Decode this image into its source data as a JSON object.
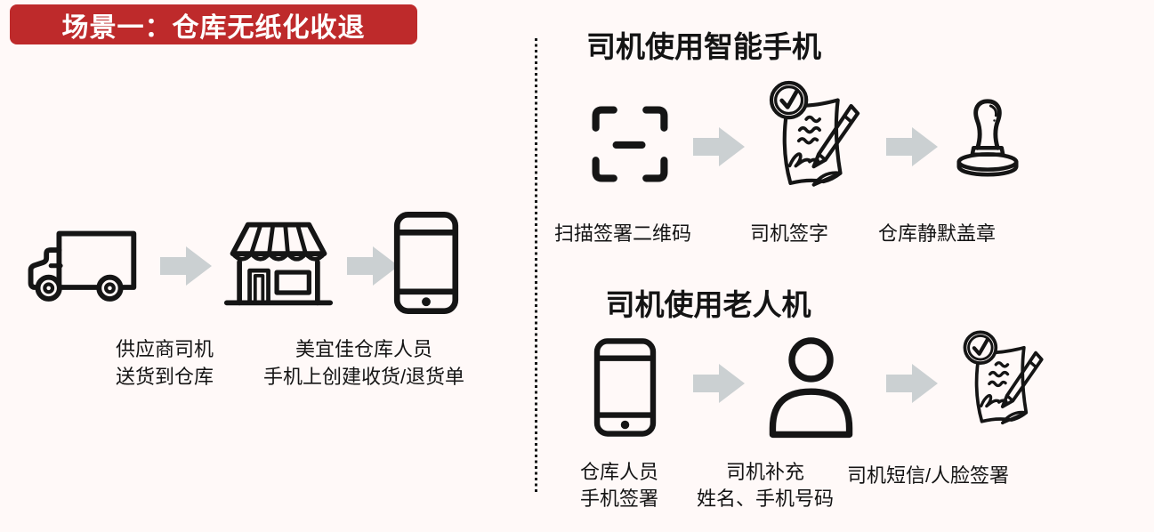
{
  "page": {
    "background_color": "#FFF9F8",
    "text_color": "#141414",
    "arrow_color": "#CBD0D2",
    "divider_color": "#161616"
  },
  "banner": {
    "label": "场景一：仓库无纸化收退",
    "background_color": "#BE2A2B",
    "text_color": "#FFFFFF"
  },
  "left_flow": {
    "steps": [
      "truck-icon",
      "store-icon",
      "smartphone-icon"
    ],
    "labels": [
      {
        "lines": [
          "供应商司机",
          "送货到仓库"
        ]
      },
      {
        "lines": [
          "美宜佳仓库人员",
          "手机上创建收货/退货单"
        ]
      }
    ]
  },
  "smartphone_flow": {
    "title": "司机使用智能手机",
    "steps": [
      "scan-frame-icon",
      "signed-document-icon",
      "stamp-icon"
    ],
    "labels": [
      {
        "lines": [
          "扫描签署二维码"
        ]
      },
      {
        "lines": [
          "司机签字"
        ]
      },
      {
        "lines": [
          "仓库静默盖章"
        ]
      }
    ]
  },
  "feature_phone_flow": {
    "title": "司机使用老人机",
    "steps": [
      "smartphone-icon",
      "person-icon",
      "signed-document-icon"
    ],
    "labels": [
      {
        "lines": [
          "仓库人员",
          "手机签署"
        ]
      },
      {
        "lines": [
          "司机补充",
          "姓名、手机号码"
        ]
      },
      {
        "lines": [
          "司机短信/人脸签署"
        ]
      }
    ]
  }
}
